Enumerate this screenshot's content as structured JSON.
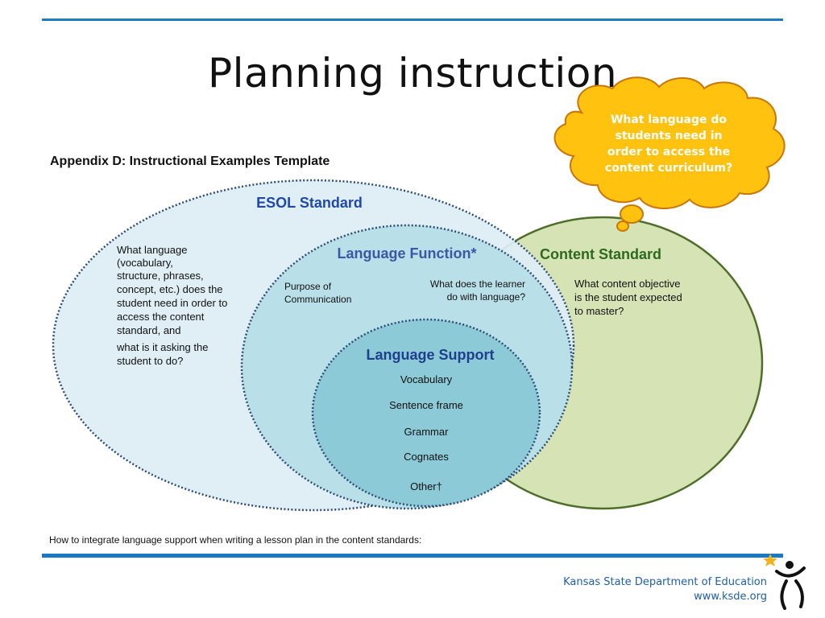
{
  "slide": {
    "title": "Planning instruction"
  },
  "callout": {
    "lines": [
      "What language do",
      "students need in",
      "order to access the",
      "content curriculum?"
    ],
    "fill_color": "#ffc20e",
    "text_color": "#ffffff"
  },
  "appendix": {
    "heading": "Appendix D: Instructional Examples Template",
    "footer_note": "How to  integrate language support when writing a lesson plan in the content standards:"
  },
  "esol": {
    "label": "ESOL Standard",
    "lines": [
      "What language",
      "(vocabulary,",
      "structure, phrases,",
      "concept, etc.) does the",
      "student need in order to",
      "access the content",
      "standard, and",
      "what is it asking the",
      "student to do?"
    ],
    "fill_color": "#deeef5",
    "label_color": "#1f49a8"
  },
  "content_standard": {
    "label": "Content Standard",
    "lines": [
      "What content objective",
      "is the student expected",
      "to master?"
    ],
    "fill_color": "#d6e3b5",
    "label_color": "#2c6a1f"
  },
  "language_function": {
    "label": "Language Function*",
    "left_lines": [
      "Purpose of",
      "Communication"
    ],
    "right_lines": [
      "What does the learner",
      "do with language?"
    ],
    "fill_color": "#b9dfe8",
    "label_color": "#3a58a4"
  },
  "language_support": {
    "label": "Language Support",
    "items": [
      "Vocabulary",
      "Sentence frame",
      "Grammar",
      "Cognates",
      "Other†"
    ],
    "fill_color": "#8ccad8",
    "label_color": "#1e3f8c"
  },
  "footer": {
    "org": "Kansas State Department of Education",
    "url": "www.ksde.org"
  },
  "icons": {
    "logo": "ksde-figure-logo-icon"
  }
}
